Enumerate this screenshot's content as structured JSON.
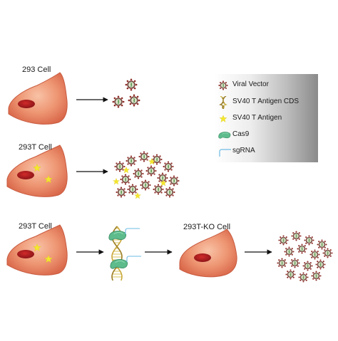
{
  "rows": [
    {
      "label": "293 Cell"
    },
    {
      "label": "293T Cell"
    },
    {
      "label": "293T Cell",
      "result_label": "293T-KO Cell"
    }
  ],
  "legend": [
    {
      "icon": "viral-vector-icon",
      "text": "Viral Vector"
    },
    {
      "icon": "dna-icon",
      "text": "SV40 T Antigen CDS"
    },
    {
      "icon": "star-icon",
      "text": "SV40 T Antigen"
    },
    {
      "icon": "cas9-icon",
      "text": "Cas9"
    },
    {
      "icon": "sgrna-icon",
      "text": "sgRNA"
    }
  ],
  "colors": {
    "cell_fill": "#e9845f",
    "cell_inner": "#f6b89a",
    "nucleus": "#b01c1e",
    "star": "#f4e72e",
    "cas9": "#5dbb8c",
    "sgrna": "#6dbbe4",
    "virus_core": "#66b66a",
    "virus_spike": "#8b2a25"
  }
}
